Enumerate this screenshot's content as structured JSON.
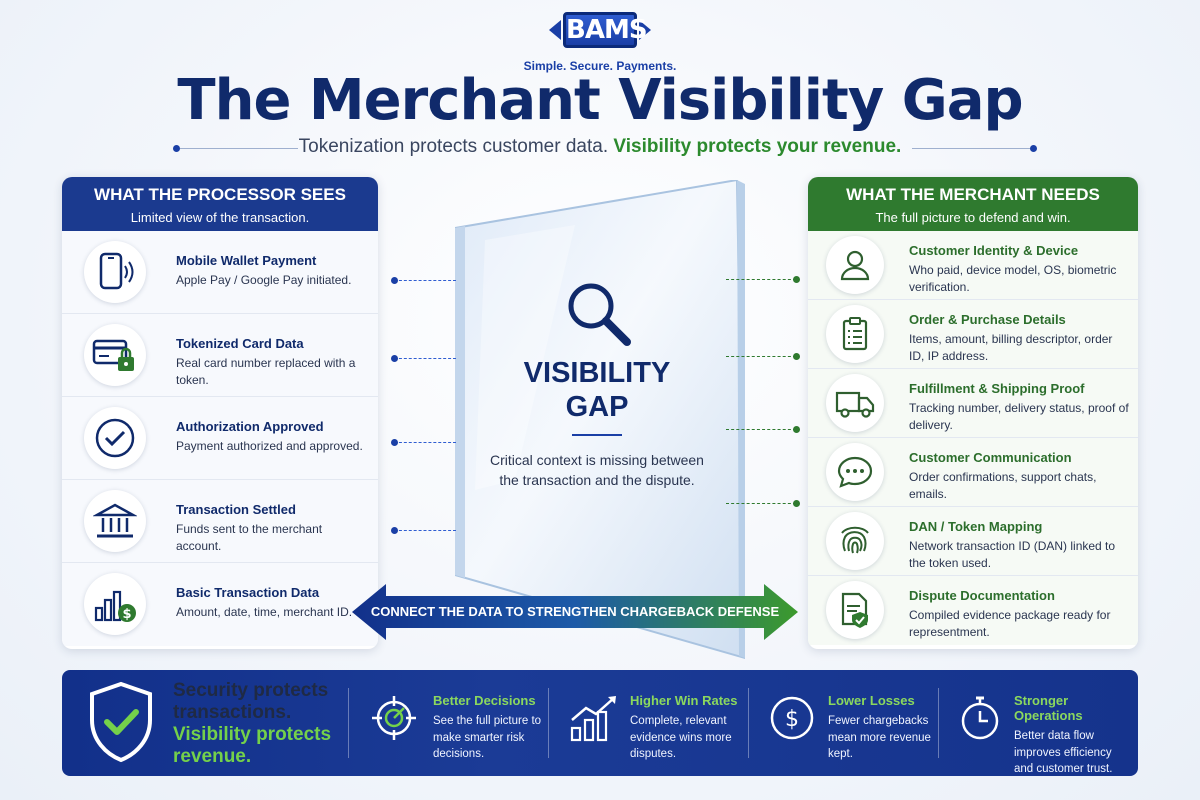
{
  "brand": {
    "logo_text": "BAMS",
    "tagline": "Simple. Secure. Payments."
  },
  "header": {
    "title": "The Merchant Visibility Gap",
    "subtitle_part1": "Tokenization protects customer data.",
    "subtitle_part2": "Visibility protects your revenue."
  },
  "processor": {
    "title": "WHAT THE PROCESSOR SEES",
    "subtitle": "Limited view of the transaction.",
    "items": [
      {
        "icon": "mobile-wallet-icon",
        "title": "Mobile Wallet Payment",
        "desc": "Apple Pay / Google Pay initiated."
      },
      {
        "icon": "tokenized-card-icon",
        "title": "Tokenized Card Data",
        "desc": "Real card number replaced with a token."
      },
      {
        "icon": "checkmark-icon",
        "title": "Authorization Approved",
        "desc": "Payment authorized and approved."
      },
      {
        "icon": "bank-icon",
        "title": "Transaction Settled",
        "desc": "Funds sent to the merchant account."
      },
      {
        "icon": "bar-chart-dollar-icon",
        "title": "Basic Transaction Data",
        "desc": "Amount, date, time, merchant ID."
      }
    ]
  },
  "merchant": {
    "title": "WHAT THE MERCHANT NEEDS",
    "subtitle": "The full picture to defend and win.",
    "items": [
      {
        "icon": "user-icon",
        "title": "Customer Identity & Device",
        "desc": "Who paid, device model, OS, biometric verification."
      },
      {
        "icon": "clipboard-icon",
        "title": "Order & Purchase Details",
        "desc": "Items, amount, billing descriptor, order ID, IP address."
      },
      {
        "icon": "truck-icon",
        "title": "Fulfillment & Shipping Proof",
        "desc": "Tracking number, delivery status, proof of delivery."
      },
      {
        "icon": "chat-icon",
        "title": "Customer Communication",
        "desc": "Order confirmations, support chats, emails."
      },
      {
        "icon": "fingerprint-icon",
        "title": "DAN / Token Mapping",
        "desc": "Network transaction ID (DAN) linked to the token used."
      },
      {
        "icon": "document-check-icon",
        "title": "Dispute Documentation",
        "desc": "Compiled evidence package ready for representment."
      }
    ]
  },
  "center": {
    "title_line1": "VISIBILITY",
    "title_line2": "GAP",
    "text": "Critical context is missing between the transaction and the dispute."
  },
  "banner": {
    "text": "CONNECT THE DATA TO STRENGTHEN CHARGEBACK DEFENSE"
  },
  "footer": {
    "line1": "Security protects",
    "line2": "transactions.",
    "line3": "Visibility protects",
    "line4": "revenue.",
    "features": [
      {
        "icon": "target-icon",
        "title": "Better Decisions",
        "desc": "See the full picture to make smarter risk decisions."
      },
      {
        "icon": "growth-chart-icon",
        "title": "Higher Win Rates",
        "desc": "Complete, relevant evidence wins more disputes."
      },
      {
        "icon": "dollar-coin-icon",
        "title": "Lower Losses",
        "desc": "Fewer chargebacks mean more revenue kept."
      },
      {
        "icon": "stopwatch-icon",
        "title": "Stronger Operations",
        "desc": "Better data flow improves efficiency and customer trust."
      }
    ]
  },
  "colors": {
    "navy": "#102a6b",
    "blue": "#1b3a8f",
    "green": "#2f7a2f",
    "accent_green": "#74d14a"
  }
}
